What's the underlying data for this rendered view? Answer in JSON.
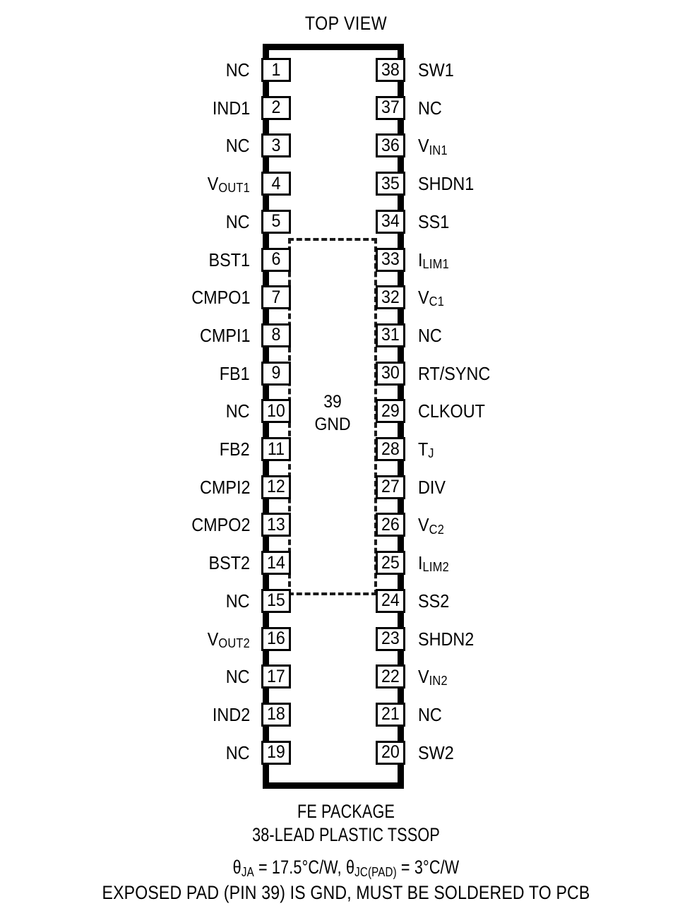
{
  "title": "TOP VIEW",
  "package": {
    "exposed_pad": {
      "number": "39",
      "net": "GND"
    }
  },
  "pins": {
    "left": [
      {
        "number": "1",
        "label": "NC",
        "sub": ""
      },
      {
        "number": "2",
        "label": "IND1",
        "sub": ""
      },
      {
        "number": "3",
        "label": "NC",
        "sub": ""
      },
      {
        "number": "4",
        "label": "V",
        "sub": "OUT1"
      },
      {
        "number": "5",
        "label": "NC",
        "sub": ""
      },
      {
        "number": "6",
        "label": "BST1",
        "sub": ""
      },
      {
        "number": "7",
        "label": "CMPO1",
        "sub": ""
      },
      {
        "number": "8",
        "label": "CMPI1",
        "sub": ""
      },
      {
        "number": "9",
        "label": "FB1",
        "sub": ""
      },
      {
        "number": "10",
        "label": "NC",
        "sub": ""
      },
      {
        "number": "11",
        "label": "FB2",
        "sub": ""
      },
      {
        "number": "12",
        "label": "CMPI2",
        "sub": ""
      },
      {
        "number": "13",
        "label": "CMPO2",
        "sub": ""
      },
      {
        "number": "14",
        "label": "BST2",
        "sub": ""
      },
      {
        "number": "15",
        "label": "NC",
        "sub": ""
      },
      {
        "number": "16",
        "label": "V",
        "sub": "OUT2"
      },
      {
        "number": "17",
        "label": "NC",
        "sub": ""
      },
      {
        "number": "18",
        "label": "IND2",
        "sub": ""
      },
      {
        "number": "19",
        "label": "NC",
        "sub": ""
      }
    ],
    "right": [
      {
        "number": "38",
        "label": "SW1",
        "sub": ""
      },
      {
        "number": "37",
        "label": "NC",
        "sub": ""
      },
      {
        "number": "36",
        "label": "V",
        "sub": "IN1"
      },
      {
        "number": "35",
        "label": "SHDN1",
        "sub": ""
      },
      {
        "number": "34",
        "label": "SS1",
        "sub": ""
      },
      {
        "number": "33",
        "label": "I",
        "sub": "LIM1"
      },
      {
        "number": "32",
        "label": "V",
        "sub": "C1"
      },
      {
        "number": "31",
        "label": "NC",
        "sub": ""
      },
      {
        "number": "30",
        "label": "RT/SYNC",
        "sub": ""
      },
      {
        "number": "29",
        "label": "CLKOUT",
        "sub": ""
      },
      {
        "number": "28",
        "label": "T",
        "sub": "J"
      },
      {
        "number": "27",
        "label": "DIV",
        "sub": ""
      },
      {
        "number": "26",
        "label": "V",
        "sub": "C2"
      },
      {
        "number": "25",
        "label": "I",
        "sub": "LIM2"
      },
      {
        "number": "24",
        "label": "SS2",
        "sub": ""
      },
      {
        "number": "23",
        "label": "SHDN2",
        "sub": ""
      },
      {
        "number": "22",
        "label": "V",
        "sub": "IN2"
      },
      {
        "number": "21",
        "label": "NC",
        "sub": ""
      },
      {
        "number": "20",
        "label": "SW2",
        "sub": ""
      }
    ]
  },
  "caption": {
    "package_name": "FE PACKAGE",
    "package_type": "38-LEAD PLASTIC TSSOP",
    "thermal": {
      "theta_symbol_1": "θ",
      "theta_sub_1": "JA",
      "theta_value_1": " = 17.5°C/W, ",
      "theta_symbol_2": "θ",
      "theta_sub_2": "JC(PAD)",
      "theta_value_2": " = 3°C/W"
    },
    "exposed_pad_note": "EXPOSED PAD (PIN 39) IS GND, MUST BE SOLDERED TO PCB"
  }
}
